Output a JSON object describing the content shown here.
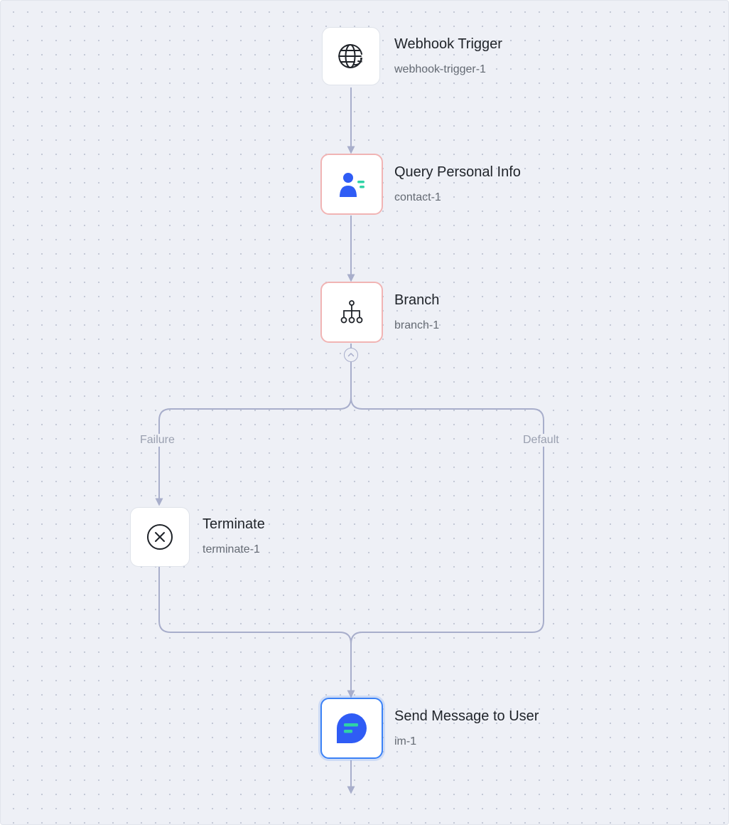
{
  "nodes": {
    "webhook": {
      "title": "Webhook Trigger",
      "subtitle": "webhook-trigger-1",
      "icon": "globe-icon"
    },
    "contact": {
      "title": "Query Personal Info",
      "subtitle": "contact-1",
      "icon": "person-list-icon"
    },
    "branch": {
      "title": "Branch",
      "subtitle": "branch-1",
      "icon": "branch-tree-icon"
    },
    "terminate": {
      "title": "Terminate",
      "subtitle": "terminate-1",
      "icon": "close-circle-icon"
    },
    "im": {
      "title": "Send Message to User",
      "subtitle": "im-1",
      "icon": "chat-bubble-icon"
    }
  },
  "branches": {
    "failure_label": "Failure",
    "default_label": "Default"
  },
  "colors": {
    "edge": "#a8aecb",
    "warning_border": "#f1b4b4",
    "selected_border": "#3b82f6",
    "accent_blue": "#2f5cf5",
    "accent_green": "#2fd3a6"
  }
}
